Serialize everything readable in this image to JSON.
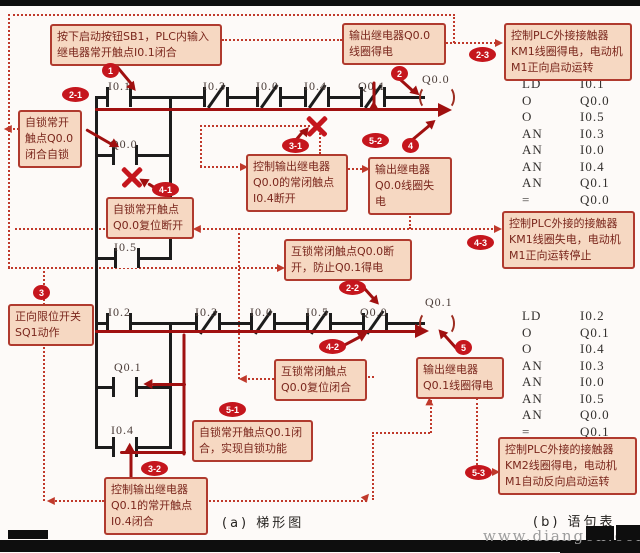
{
  "figure": {
    "caption_ladder": "(a) 梯形图",
    "caption_statements": "(b) 语句表",
    "watermark": "www.diangon.com"
  },
  "colors": {
    "balloon": "#c5161d",
    "callout_fill": "#f6d8c2",
    "callout_border": "#b03a2e",
    "flow_arrow": "#a01010",
    "dashed_connector": "#c0392b",
    "wire": "#1c1c1c"
  },
  "callouts": {
    "press_start": "按下启动按钮SB1，PLC内输入继电器常开触点I0.1闭合",
    "selflock_q00_close": "自锁常开触点Q0.0闭合自锁",
    "q00_coil_on": "输出继电器Q0.0线圈得电",
    "km1_on": "控制PLC外接接触器KM1线圈得电，电动机M1正向启动运转",
    "q00_nc_i04_open": "控制输出继电器Q0.0的常闭触点I0.4断开",
    "q00_coil_off": "输出继电器Q0.0线圈失电",
    "selflock_q00_reset": "自锁常开触点Q0.0复位断开",
    "interlock_q00_open": "互锁常闭触点Q0.0断开，防止Q0.1得电",
    "km1_off": "控制PLC外接的接触器KM1线圈失电，电动机M1正向运转停止",
    "forward_limit_switch": "正向限位开关SQ1动作",
    "interlock_q00_reset": "互锁常闭触点Q0.0复位闭合",
    "q01_coil_on": "输出继电器Q0.1线圈得电",
    "selflock_q01_close": "自锁常开触点Q0.1闭合，实现自锁功能",
    "q01_no_i04_close": "控制输出继电器Q0.1的常开触点I0.4闭合",
    "km2_on": "控制PLC外接的接触器KM2线圈得电，电动机M1自动反向启动运转"
  },
  "balloons": [
    "1",
    "2-1",
    "2",
    "2-2",
    "2-3",
    "3",
    "3-1",
    "3-2",
    "4",
    "4-1",
    "4-2",
    "4-3",
    "5",
    "5-1",
    "5-2",
    "5-3"
  ],
  "ladder": {
    "labels": [
      "I0.1",
      "I0.3",
      "I0.0",
      "I0.4",
      "Q0.1",
      "Q0.0",
      "Q0.0",
      "I0.5",
      "I0.2",
      "I0.3",
      "I0.0",
      "I0.5",
      "Q0.0",
      "Q0.1",
      "Q0.1",
      "I0.4"
    ]
  },
  "statements": {
    "block1": [
      {
        "op": "LD",
        "operand": "I0.1"
      },
      {
        "op": "O",
        "operand": "Q0.0"
      },
      {
        "op": "O",
        "operand": "I0.5"
      },
      {
        "op": "AN",
        "operand": "I0.3"
      },
      {
        "op": "AN",
        "operand": "I0.0"
      },
      {
        "op": "AN",
        "operand": "I0.4"
      },
      {
        "op": "AN",
        "operand": "Q0.1"
      },
      {
        "op": "=",
        "operand": "Q0.0"
      }
    ],
    "block2": [
      {
        "op": "LD",
        "operand": "I0.2"
      },
      {
        "op": "O",
        "operand": "Q0.1"
      },
      {
        "op": "O",
        "operand": "I0.4"
      },
      {
        "op": "AN",
        "operand": "I0.3"
      },
      {
        "op": "AN",
        "operand": "I0.0"
      },
      {
        "op": "AN",
        "operand": "I0.5"
      },
      {
        "op": "AN",
        "operand": "Q0.0"
      },
      {
        "op": "=",
        "operand": "Q0.1"
      }
    ]
  }
}
